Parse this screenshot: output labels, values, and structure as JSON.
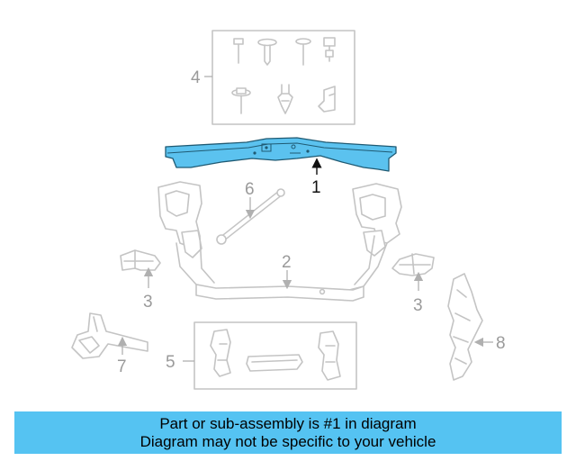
{
  "diagram": {
    "highlight_color": "#5bc2ef",
    "outline_color": "#c4c4c4",
    "callouts": [
      {
        "id": "callout-1",
        "label": "1"
      },
      {
        "id": "callout-2",
        "label": "2"
      },
      {
        "id": "callout-3a",
        "label": "3"
      },
      {
        "id": "callout-3b",
        "label": "3"
      },
      {
        "id": "callout-4",
        "label": "4"
      },
      {
        "id": "callout-5",
        "label": "5"
      },
      {
        "id": "callout-6",
        "label": "6"
      },
      {
        "id": "callout-7",
        "label": "7"
      },
      {
        "id": "callout-8",
        "label": "8"
      }
    ]
  },
  "banner": {
    "background": "#55c3f2",
    "line1": "Part or sub-assembly is #1 in diagram",
    "line2": "Diagram may not be specific to your vehicle"
  }
}
